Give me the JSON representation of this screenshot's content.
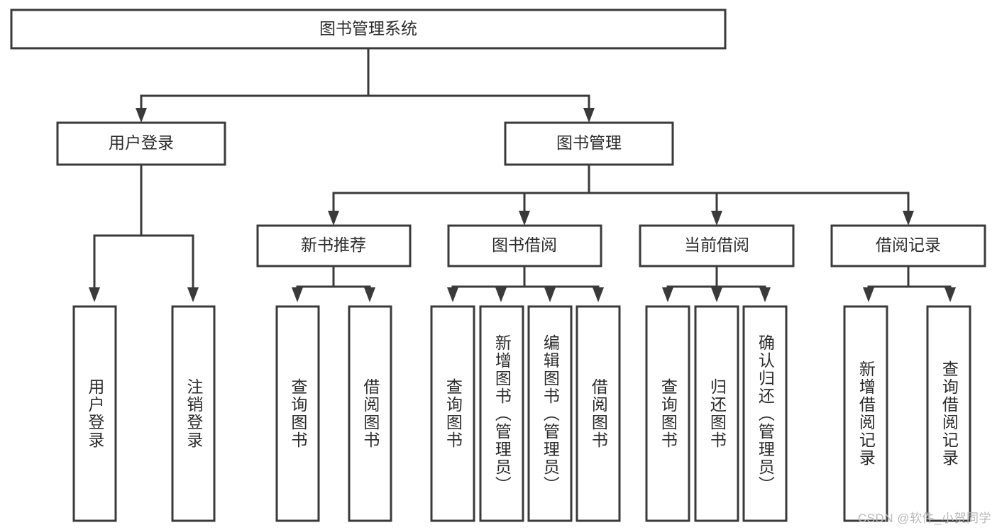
{
  "diagram": {
    "title": "图书管理系统",
    "type": "hierarchy-tree",
    "colors": {
      "box_stroke": "#3a3a3a",
      "box_fill": "#ffffff",
      "text": "#2b2b2b",
      "background": "#ffffff",
      "watermark": "#b9b9b9"
    },
    "root": {
      "label": "图书管理系统"
    },
    "level2": [
      {
        "label": "用户登录"
      },
      {
        "label": "图书管理"
      }
    ],
    "level3": [
      {
        "label": "新书推荐"
      },
      {
        "label": "图书借阅"
      },
      {
        "label": "当前借阅"
      },
      {
        "label": "借阅记录"
      }
    ],
    "leaves": {
      "user_login": [
        {
          "label": "用户登录"
        },
        {
          "label": "注销登录"
        }
      ],
      "new_book_recommend": [
        {
          "label": "查询图书"
        },
        {
          "label": "借阅图书"
        }
      ],
      "book_borrow": [
        {
          "label": "查询图书"
        },
        {
          "label": "新增图书（管理员）"
        },
        {
          "label": "编辑图书（管理员）"
        },
        {
          "label": "借阅图书"
        }
      ],
      "current_borrow": [
        {
          "label": "查询图书"
        },
        {
          "label": "归还图书"
        },
        {
          "label": "确认归还（管理员）"
        }
      ],
      "borrow_record": [
        {
          "label": "新增借阅记录"
        },
        {
          "label": "查询借阅记录"
        }
      ]
    }
  },
  "watermark": {
    "text": "CSDN @软件_小贺同学"
  }
}
